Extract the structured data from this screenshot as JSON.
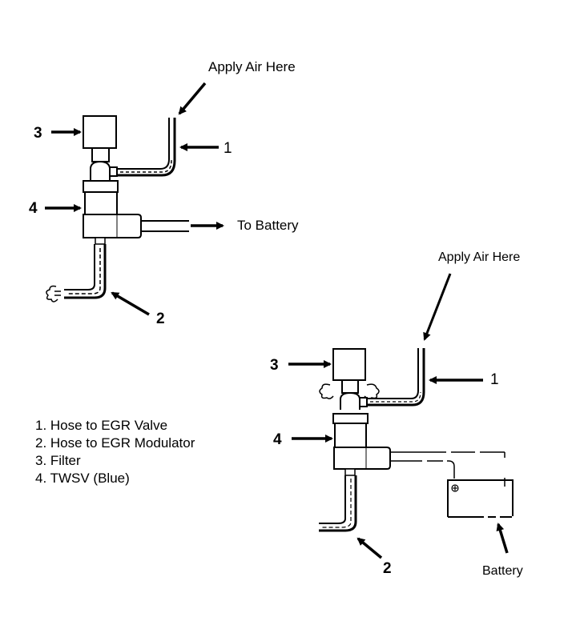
{
  "diagram": {
    "top": {
      "apply_air_label": "Apply Air Here",
      "to_battery_label": "To Battery",
      "callouts": [
        "1",
        "2",
        "3",
        "4"
      ]
    },
    "bottom": {
      "apply_air_label": "Apply Air Here",
      "battery_label": "Battery",
      "callouts": [
        "1",
        "2",
        "3",
        "4"
      ]
    },
    "legend": [
      "1. Hose to EGR Valve",
      "2. Hose to EGR Modulator",
      "3. Filter",
      "4. TWSV (Blue)"
    ],
    "colors": {
      "ink": "#000000",
      "background": "#ffffff"
    }
  }
}
